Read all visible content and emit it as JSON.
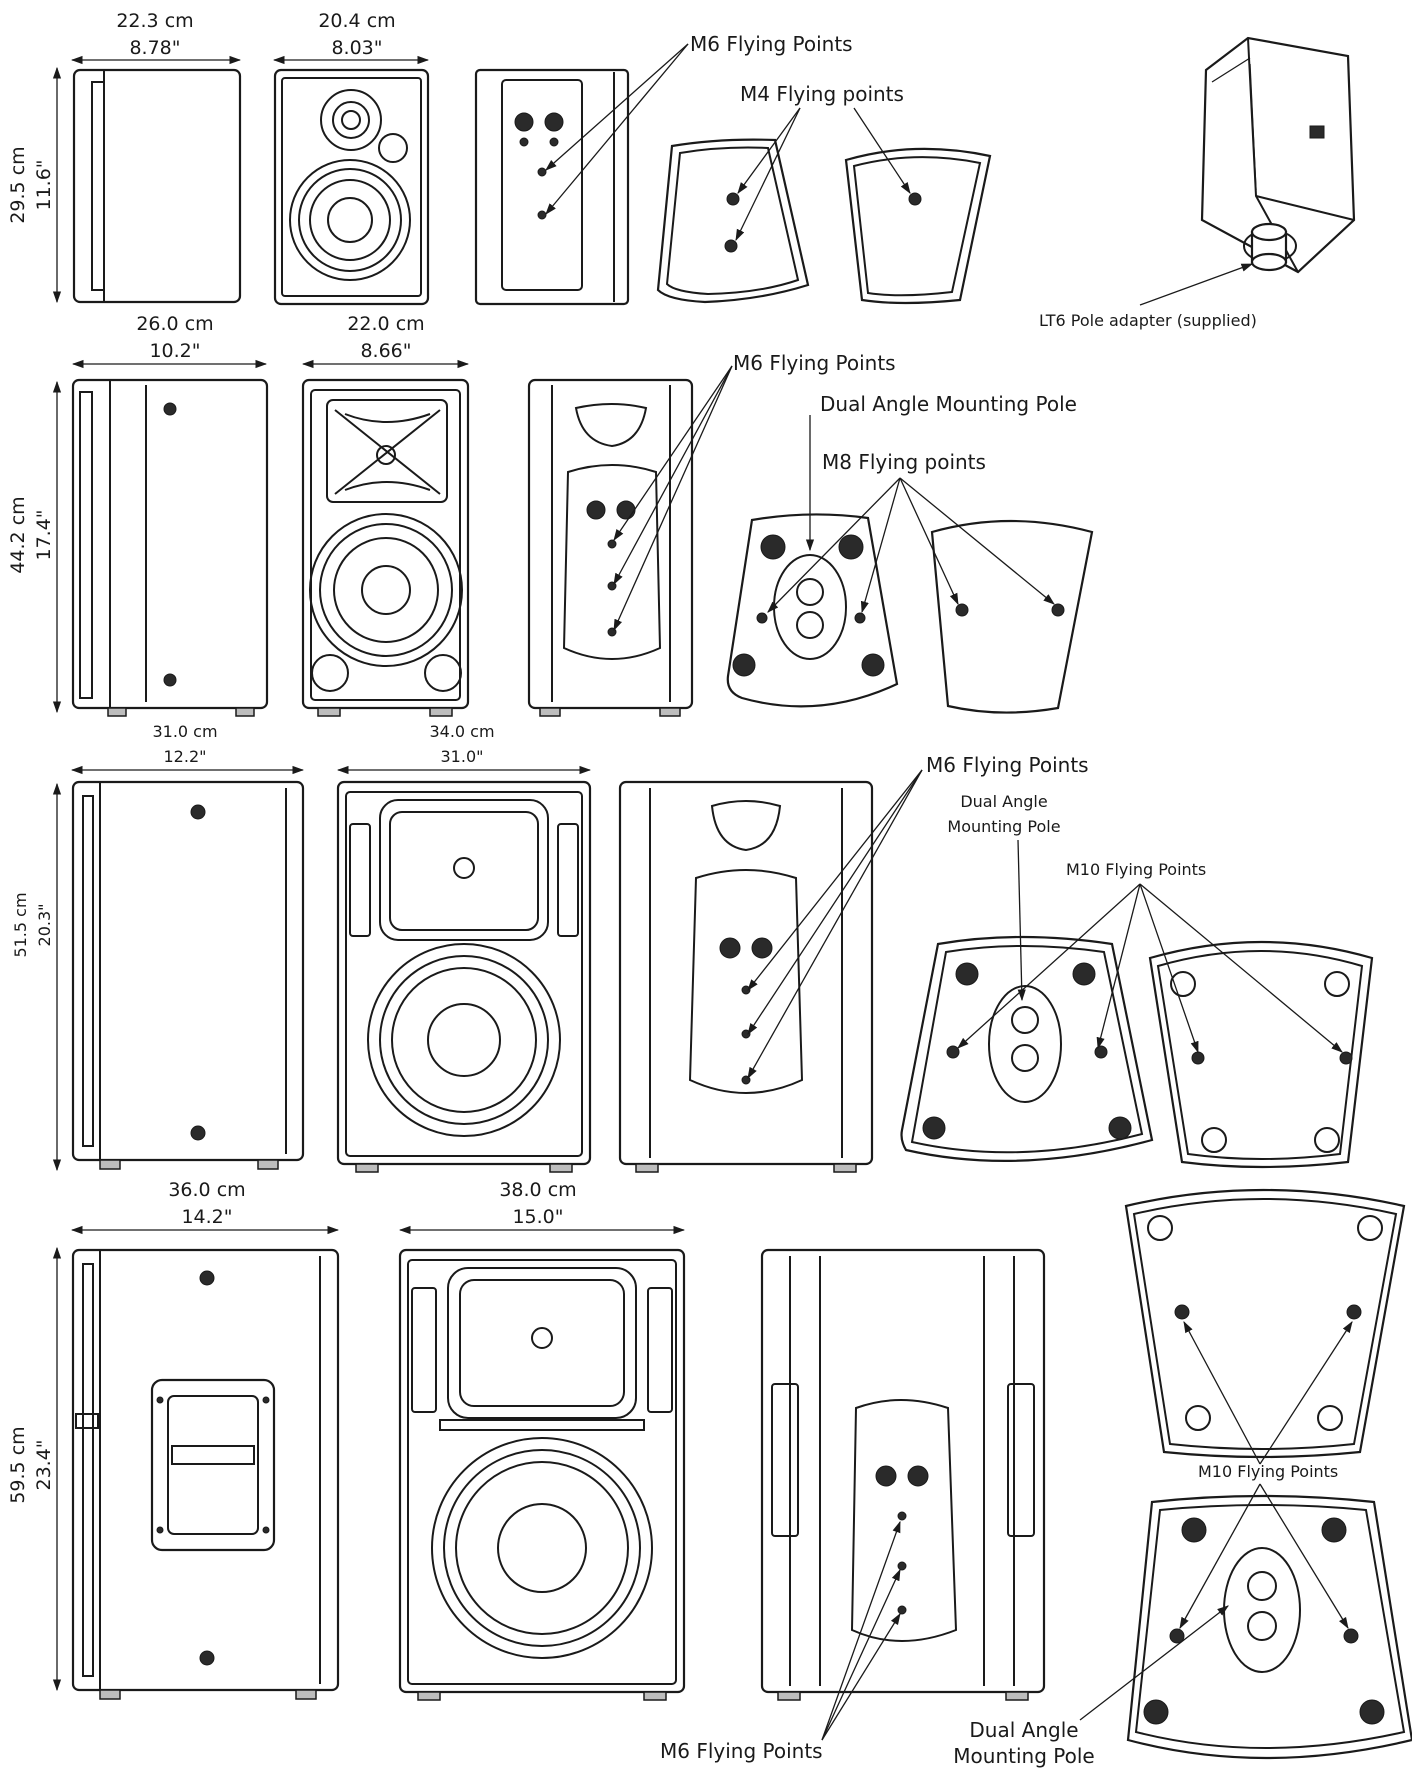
{
  "dims": {
    "row1": {
      "side_w_cm": "22.3 cm",
      "side_w_in": "8.78\"",
      "front_w_cm": "20.4 cm",
      "front_w_in": "8.03\"",
      "h_cm": "29.5 cm",
      "h_in": "11.6\""
    },
    "row2": {
      "side_w_cm": "26.0 cm",
      "side_w_in": "10.2\"",
      "front_w_cm": "22.0 cm",
      "front_w_in": "8.66\"",
      "h_cm": "44.2 cm",
      "h_in": "17.4\""
    },
    "row3": {
      "side_w_cm": "31.0 cm",
      "side_w_in": "12.2\"",
      "front_w_cm": "34.0 cm",
      "front_w_in": "31.0\"",
      "h_cm": "51.5 cm",
      "h_in": "20.3\""
    },
    "row4": {
      "side_w_cm": "36.0 cm",
      "side_w_in": "14.2\"",
      "front_w_cm": "38.0 cm",
      "front_w_in": "15.0\"",
      "h_cm": "59.5 cm",
      "h_in": "23.4\""
    }
  },
  "labels": {
    "row1_m6": "M6 Flying Points",
    "row1_m4": "M4 Flying points",
    "row1_pole": "LT6 Pole adapter (supplied)",
    "row2_m6": "M6 Flying Points",
    "row2_pole": "Dual Angle Mounting Pole",
    "row2_m8": "M8 Flying points",
    "row3_m6": "M6 Flying Points",
    "row3_pole_1": "Dual Angle",
    "row3_pole_2": "Mounting Pole",
    "row3_m10": "M10 Flying Points",
    "row4_m10": "M10 Flying Points",
    "row4_m6": "M6 Flying Points",
    "row4_pole_1": "Dual Angle",
    "row4_pole_2": "Mounting Pole"
  }
}
